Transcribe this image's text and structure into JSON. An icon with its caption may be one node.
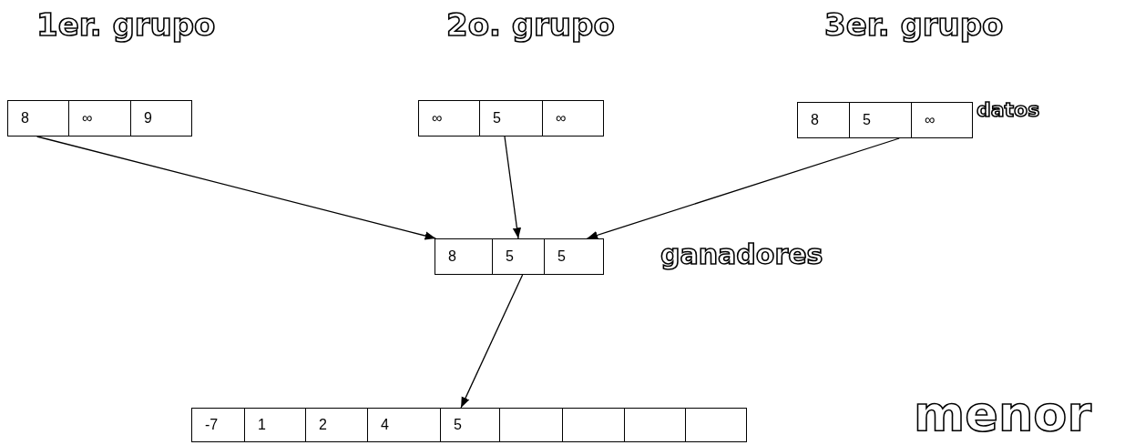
{
  "diagram": {
    "nodes": [
      {
        "text": [
          "8"
        ]
      },
      {
        "text": [
          "∞"
        ]
      },
      {
        "text": [
          "9"
        ]
      },
      {
        "text": [
          "∞"
        ]
      },
      {
        "text": [
          "5"
        ]
      },
      {
        "text": [
          "∞"
        ]
      },
      {
        "text": [
          "8"
        ]
      },
      {
        "text": [
          "5"
        ]
      },
      {
        "text": [
          "∞"
        ]
      },
      {
        "text": [
          "8"
        ]
      },
      {
        "text": [
          "5"
        ]
      },
      {
        "text": [
          "5"
        ]
      },
      {
        "text": [
          "-7"
        ]
      },
      {
        "text": [
          "1"
        ]
      },
      {
        "text": [
          "2"
        ]
      },
      {
        "text": [
          "4"
        ]
      },
      {
        "text": [
          "5"
        ]
      },
      {
        "text": [],
        "shape": "box"
      },
      {
        "text": [],
        "shape": "box"
      },
      {
        "text": [],
        "shape": "box"
      },
      {
        "text": [],
        "shape": "box"
      }
    ],
    "edges": [
      {
        "from": 0,
        "to": 9,
        "arrow": "to"
      },
      {
        "from": 4,
        "to": 10,
        "arrow": "to"
      },
      {
        "from": 7,
        "to": 11,
        "arrow": "to"
      },
      {
        "from": 10,
        "to": 16,
        "arrow": "to"
      }
    ],
    "labels": [
      "1er. grupo",
      "2o. grupo",
      "3er. grupo",
      "datos",
      "ganadores",
      "menor"
    ]
  }
}
